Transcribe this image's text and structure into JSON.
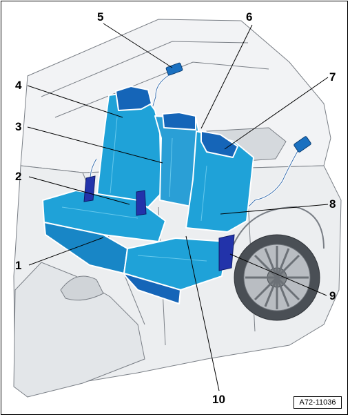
{
  "colors": {
    "seat_main": "#1fa2d8",
    "seat_dark": "#1565b8",
    "seat_light": "#66c8ec",
    "bracket": "#2233aa",
    "car_fill": "#eceef0",
    "car_shade": "#c9cdd2",
    "car_line": "#7a7f86",
    "leader": "#000000"
  },
  "callouts": [
    {
      "id": "1",
      "label": "1"
    },
    {
      "id": "2",
      "label": "2"
    },
    {
      "id": "3",
      "label": "3"
    },
    {
      "id": "4",
      "label": "4"
    },
    {
      "id": "5",
      "label": "5"
    },
    {
      "id": "6",
      "label": "6"
    },
    {
      "id": "7",
      "label": "7"
    },
    {
      "id": "8",
      "label": "8"
    },
    {
      "id": "9",
      "label": "9"
    },
    {
      "id": "10",
      "label": "10"
    }
  ],
  "reference_code": "A72-11036"
}
